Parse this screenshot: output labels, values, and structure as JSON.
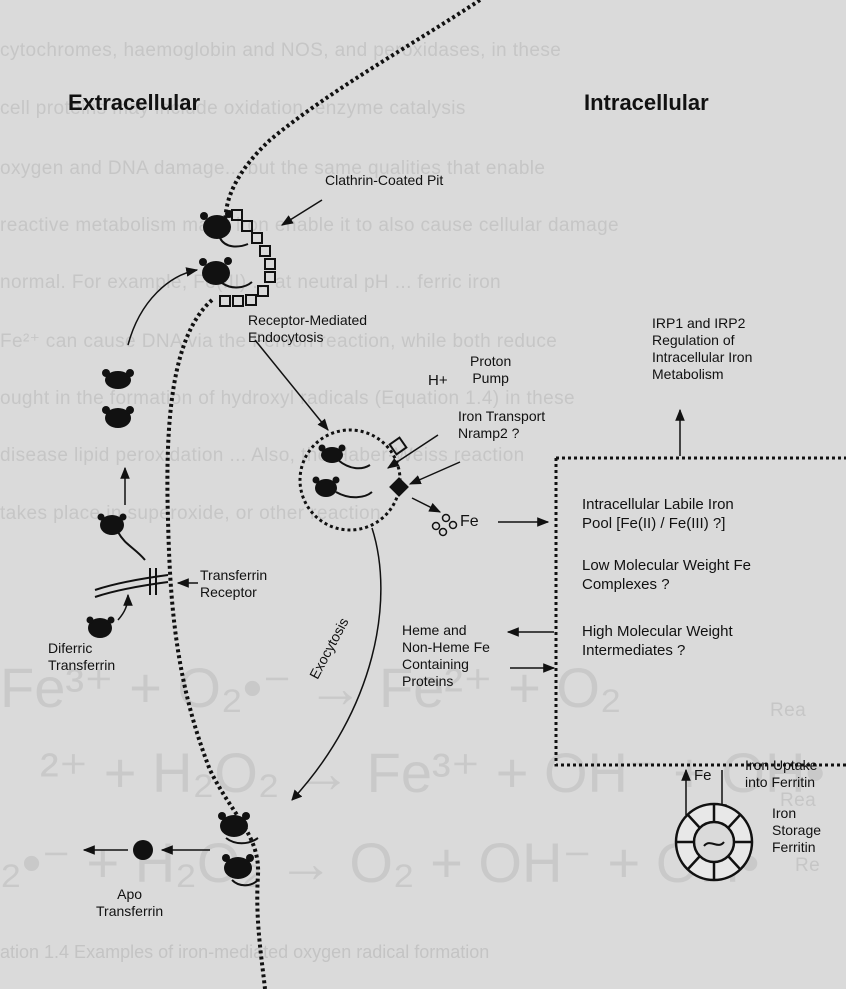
{
  "headings": {
    "extracellular": "Extracellular",
    "intracellular": "Intracellular"
  },
  "labels": {
    "clathrin_pit": "Clathrin-Coated Pit",
    "receptor_endocytosis": "Receptor-Mediated\nEndocytosis",
    "proton_pump": "Proton\nPump",
    "h_plus": "H+",
    "iron_transport": "Iron Transport\nNramp2 ?",
    "fe": "Fe",
    "irp": "IRP1 and IRP2\nRegulation of\nIntracellular Iron\nMetabolism",
    "labile_pool": "Intracellular Labile Iron\nPool [Fe(II) / Fe(III) ?]",
    "low_mw": "Low Molecular Weight Fe\nComplexes ?",
    "high_mw": "High Molecular Weight\nIntermediates ?",
    "heme": "Heme and\nNon-Heme Fe\nContaining\nProteins",
    "transferrin_receptor": "Transferrin\nReceptor",
    "diferric_transferrin": "Diferric\nTransferrin",
    "exocytosis": "Exocytosis",
    "fe_ferritin": "Fe",
    "iron_uptake": "Iron Uptake\ninto Ferritin",
    "iron_storage": "Iron\nStorage\nFerritin",
    "apo_transferrin": "Apo\nTransferrin"
  },
  "background": {
    "lines": [
      "cytochromes, haemoglobin and NOS, and peroxidases, in these",
      "cell proteins may include oxidation, enzyme catalysis",
      "oxygen and DNA damage... but the same qualities that enable",
      "reactive metabolism make iron enable it to also cause cellular damage",
      "normal. For example, Fe(III) ... at neutral pH ... ferric iron",
      "Fe²⁺ can cause DNA via the Fenton reaction, while both reduce",
      "ought in the formation of hydroxyl radicals (Equation 1.4) in these",
      "disease lipid peroxidation ... Also, the Haber-Weiss reaction",
      "takes place in superoxide, or other reaction"
    ],
    "equations": [
      "Fe³⁺ + O₂•⁻ → Fe²⁺ + O₂",
      "²⁺ + H₂O₂ → Fe³⁺ + OH⁻ + OH•",
      "₂•⁻ + H₂O₂ → O₂ + OH⁻ + OH•"
    ],
    "eq_tags": [
      "Rea",
      "Rea",
      "Re"
    ],
    "caption": "ation 1.4 Examples of iron-mediated oxygen radical formation"
  }
}
